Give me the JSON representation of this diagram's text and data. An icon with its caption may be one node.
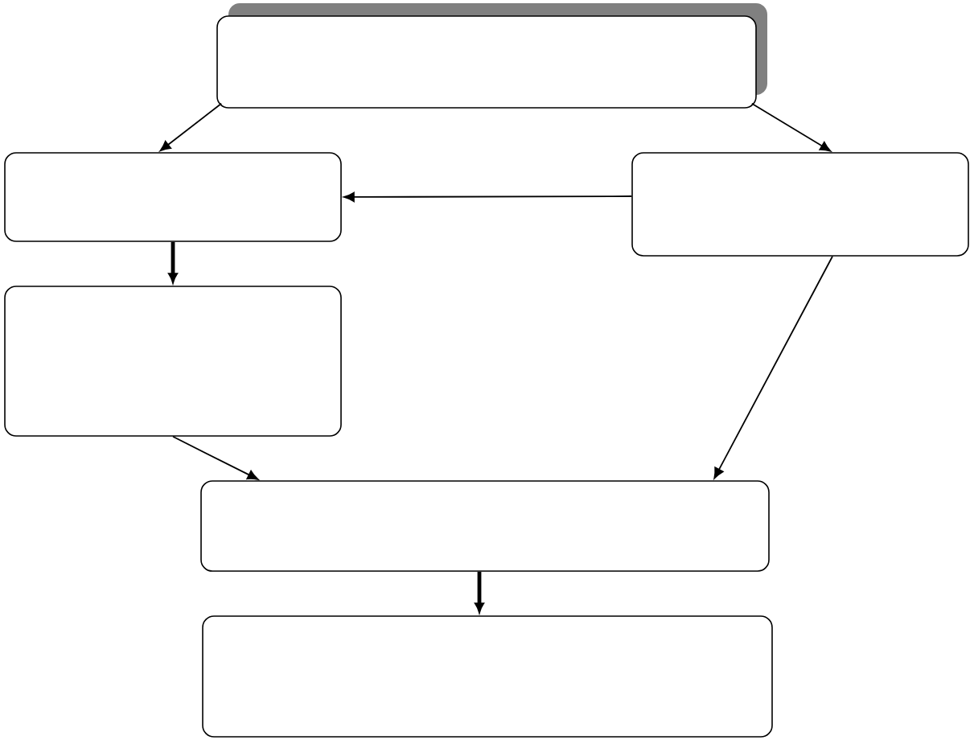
{
  "diagram": {
    "nodes": [
      {
        "text": [],
        "shape": "box"
      },
      {
        "text": [],
        "shape": "box"
      },
      {
        "text": [],
        "shape": "box"
      },
      {
        "text": [],
        "shape": "box"
      },
      {
        "text": [],
        "shape": "box"
      },
      {
        "text": [],
        "shape": "box"
      }
    ],
    "edges": [
      {
        "from": 0,
        "to": 1,
        "arrow": "to"
      },
      {
        "from": 0,
        "to": 2,
        "arrow": "to"
      },
      {
        "from": 2,
        "to": 1,
        "arrow": "to"
      },
      {
        "from": 1,
        "to": 3,
        "arrow": "to",
        "style": "thick"
      },
      {
        "from": 3,
        "to": 4,
        "arrow": "to"
      },
      {
        "from": 2,
        "to": 4,
        "arrow": "to"
      },
      {
        "from": 4,
        "to": 5,
        "arrow": "to",
        "style": "thick"
      }
    ]
  }
}
